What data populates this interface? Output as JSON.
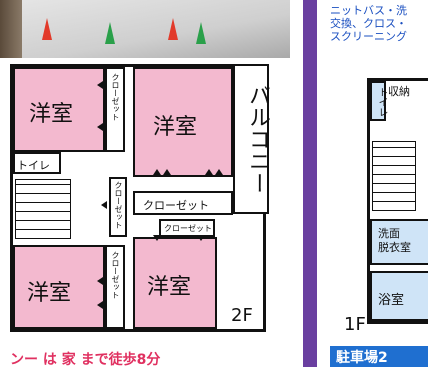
{
  "floor2": {
    "rooms": [
      "洋室",
      "洋室",
      "洋室",
      "洋室"
    ],
    "closet_vertical": "クローゼット",
    "closet_horizontal": "クローゼット",
    "closet_small": "クローゼット",
    "toilet": "トイレ",
    "balcony": "バルコニー",
    "floor_label": "2F"
  },
  "bottom_text": "ンー は 家 まで徒歩8分",
  "right_panel": {
    "top_lines": [
      "ニットバス・洗",
      "交換、クロス・",
      "スクリーニング"
    ],
    "storage": "収納",
    "toilet": "トイレ",
    "washroom_line1": "洗面",
    "washroom_line2": "脱衣室",
    "bath": "浴室",
    "floor_label": "1F",
    "badge": "駐車場2"
  },
  "colors": {
    "room_pink": "#f3b9cf",
    "room_blue": "#cfe4f7",
    "separator_purple": "#6a3fa0",
    "text_blue": "#1a4fc0",
    "text_red": "#e03060"
  }
}
